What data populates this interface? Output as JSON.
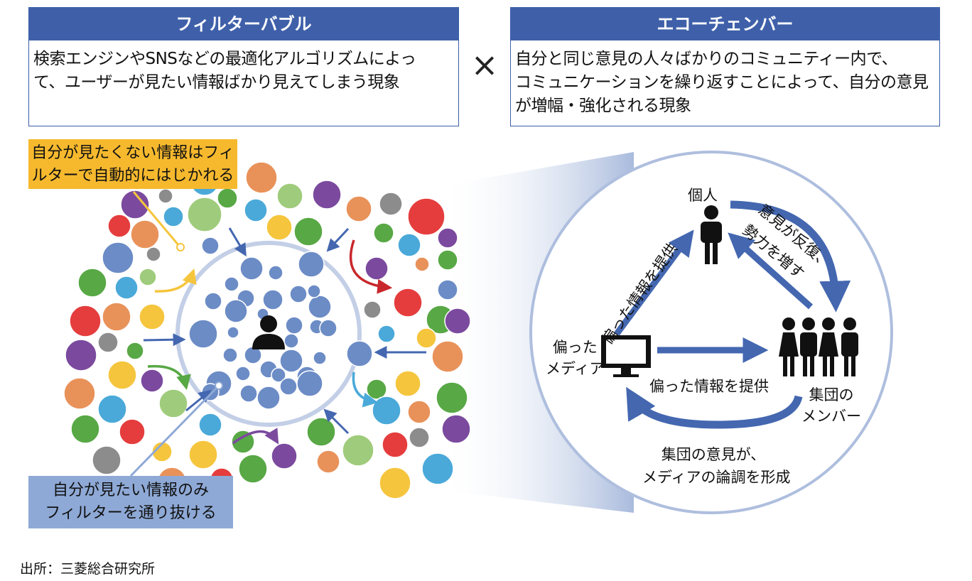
{
  "filter_bubble": {
    "title": "フィルターバブル",
    "desc_line1": "検索エンジンやSNSなどの最適化アルゴリズムによっ",
    "desc_line2": "て、ユーザーが見たい情報ばかり見えてしまう現象"
  },
  "times_symbol": "×",
  "echo_chamber": {
    "title": "エコーチェンバー",
    "desc_line1": "自分と同じ意見の人々ばかりのコミュニティー内で、",
    "desc_line2": "コミュニケーションを繰り返すことによって、自分の意見",
    "desc_line3": "が増幅・強化される現象"
  },
  "callouts": {
    "rejected_line1": "自分が見たくない情報はフィ",
    "rejected_line2": "ルターで自動的にはじかれる",
    "passed_line1": "自分が見たい情報のみ",
    "passed_line2": "フィルターを通り抜ける"
  },
  "echo_labels": {
    "individual": "個人",
    "biased_media_line1": "偏った",
    "biased_media_line2": "メディア",
    "group_members_line1": "集団の",
    "group_members_line2": "メンバー",
    "biased_info_left": "偏った情報を提供",
    "biased_info_bottom": "偏った情報を提供",
    "repetition_line1": "意見が反復、",
    "repetition_line2": "勢力を増す",
    "group_opinion_line1": "集団の意見が、",
    "group_opinion_line2": "メディアの論調を形成"
  },
  "source": "出所：三菱総合研究所",
  "colors": {
    "header_blue": "#3f60a9",
    "callout_yellow": "#f6b92e",
    "callout_blue": "#8ea9d6",
    "bubble_blue": "#6c8cc6",
    "arrow_blue": "#4467b0",
    "dot_palette": [
      "#e53d3d",
      "#e8925a",
      "#9fcc7c",
      "#58a845",
      "#7b4a9e",
      "#4aa9d9",
      "#f5c53d",
      "#8c8c8c",
      "#6b8cc6"
    ]
  },
  "icons": [
    "person-icon",
    "group-icon",
    "monitor-icon"
  ]
}
